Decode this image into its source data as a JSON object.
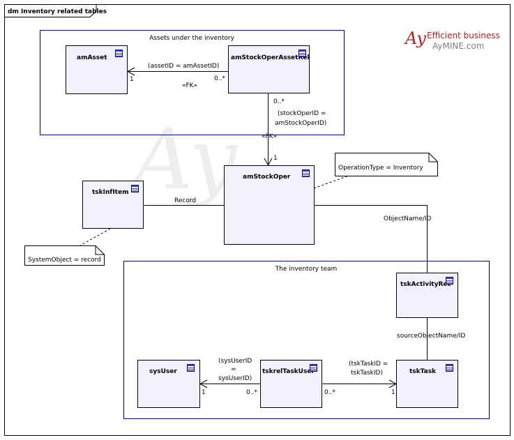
{
  "frame": {
    "title": "dm Inventory related tables"
  },
  "logo": {
    "mark": "Ay",
    "line1": "Efficient business",
    "line2": "AyMINE.com"
  },
  "watermark": {
    "mark": "Ay"
  },
  "packages": {
    "assets": {
      "title": "Assets under the inventory"
    },
    "team": {
      "title": "The inventory team"
    }
  },
  "tables": {
    "amAsset": "amAsset",
    "amStockOperAssetRel": "amStockOperAssetRel",
    "amStockOper": "amStockOper",
    "tskInfItem": "tskInfItem",
    "tskActivityRec": "tskActivityRec",
    "sysUser": "sysUser",
    "tskrelTaskUser": "tskrelTaskUser",
    "tskTask": "tskTask"
  },
  "notes": {
    "operationType": "OperationType = Inventory",
    "systemObject": "SystemObject = record"
  },
  "relations": {
    "assetRel": {
      "constraint": "(assetID = amAssetID)",
      "stereotype": "«FK»",
      "source_mult": "0..*",
      "target_mult": "1"
    },
    "stockRel": {
      "constraint_line1": "(stockOperID =",
      "constraint_line2": "amStockOperID)",
      "stereotype": "«FK»",
      "source_mult": "0..*",
      "target_mult": "1"
    },
    "record": {
      "label": "Record"
    },
    "objectName": {
      "label": "ObjectName/ID"
    },
    "sourceObject": {
      "label": "sourceObjectName/ID"
    },
    "userRel": {
      "constraint_line1": "(sysUserID",
      "constraint_line2": "=",
      "constraint_line3": "sysUserID)",
      "source_mult": "0..*",
      "target_mult": "1"
    },
    "taskRel": {
      "constraint_line1": "(tskTaskID =",
      "constraint_line2": "tskTaskID)",
      "source_mult": "0..*",
      "target_mult": "1"
    }
  },
  "colors": {
    "package_border": "#00007a",
    "box_fill": "#f2f2fc",
    "logo_red": "#b22222",
    "logo_gray": "#808080",
    "note_fill": "#ffffff"
  },
  "icons": {
    "table": "table-icon"
  }
}
